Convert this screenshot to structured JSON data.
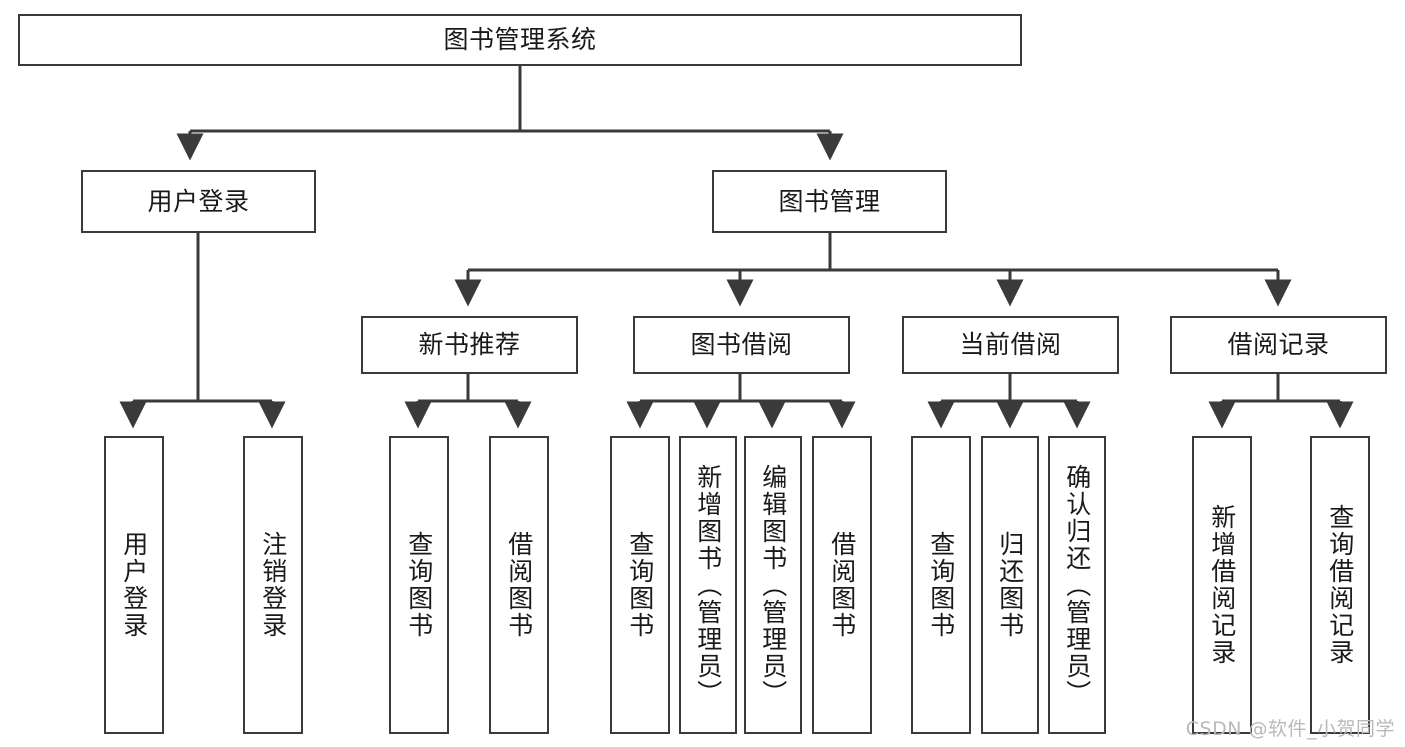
{
  "diagram": {
    "title": "图书管理系统",
    "type": "tree",
    "watermark": "CSDN @软件_小贺同学",
    "line_color": "#3a3a3a",
    "box_fill": "#ffffff",
    "text_color": "#1a1a1a",
    "nodes": {
      "root": {
        "label": "图书管理系统"
      },
      "level2": [
        {
          "label": "用户登录"
        },
        {
          "label": "图书管理"
        }
      ],
      "level3": [
        {
          "label": "新书推荐"
        },
        {
          "label": "图书借阅"
        },
        {
          "label": "当前借阅"
        },
        {
          "label": "借阅记录"
        }
      ],
      "leaves": {
        "user_login": [
          {
            "label": "用户登录"
          },
          {
            "label": "注销登录"
          }
        ],
        "new_book_recommend": [
          {
            "label": "查询图书"
          },
          {
            "label": "借阅图书"
          }
        ],
        "book_borrow": [
          {
            "label": "查询图书"
          },
          {
            "label": "新增图书（管理员）"
          },
          {
            "label": "编辑图书（管理员）"
          },
          {
            "label": "借阅图书"
          }
        ],
        "current_borrow": [
          {
            "label": "查询图书"
          },
          {
            "label": "归还图书"
          },
          {
            "label": "确认归还（管理员）"
          }
        ],
        "borrow_records": [
          {
            "label": "新增借阅记录"
          },
          {
            "label": "查询借阅记录"
          }
        ]
      }
    }
  }
}
